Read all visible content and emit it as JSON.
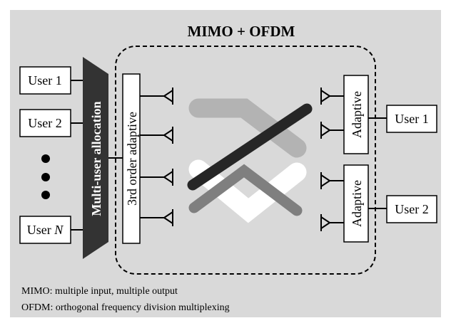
{
  "title": "MIMO + OFDM",
  "users_left": [
    "User 1",
    "User 2"
  ],
  "user_n": {
    "prefix": "User ",
    "var": "N"
  },
  "allocation_label": "Multi-user allocation",
  "tx_label": "3rd order adaptive",
  "rx_labels": [
    "Adaptive",
    "Adaptive"
  ],
  "users_right": [
    "User 1",
    "User 2"
  ],
  "notes": [
    "MIMO: multiple input, multiple output",
    "OFDM: orthogonal frequency division multiplexing"
  ],
  "colors": {
    "background": "#d9d9d9",
    "allocation_block": "#333333",
    "path_light": "#b3b3b3",
    "path_white": "#ffffff",
    "path_mid": "#7f7f7f",
    "path_dark": "#262626"
  }
}
